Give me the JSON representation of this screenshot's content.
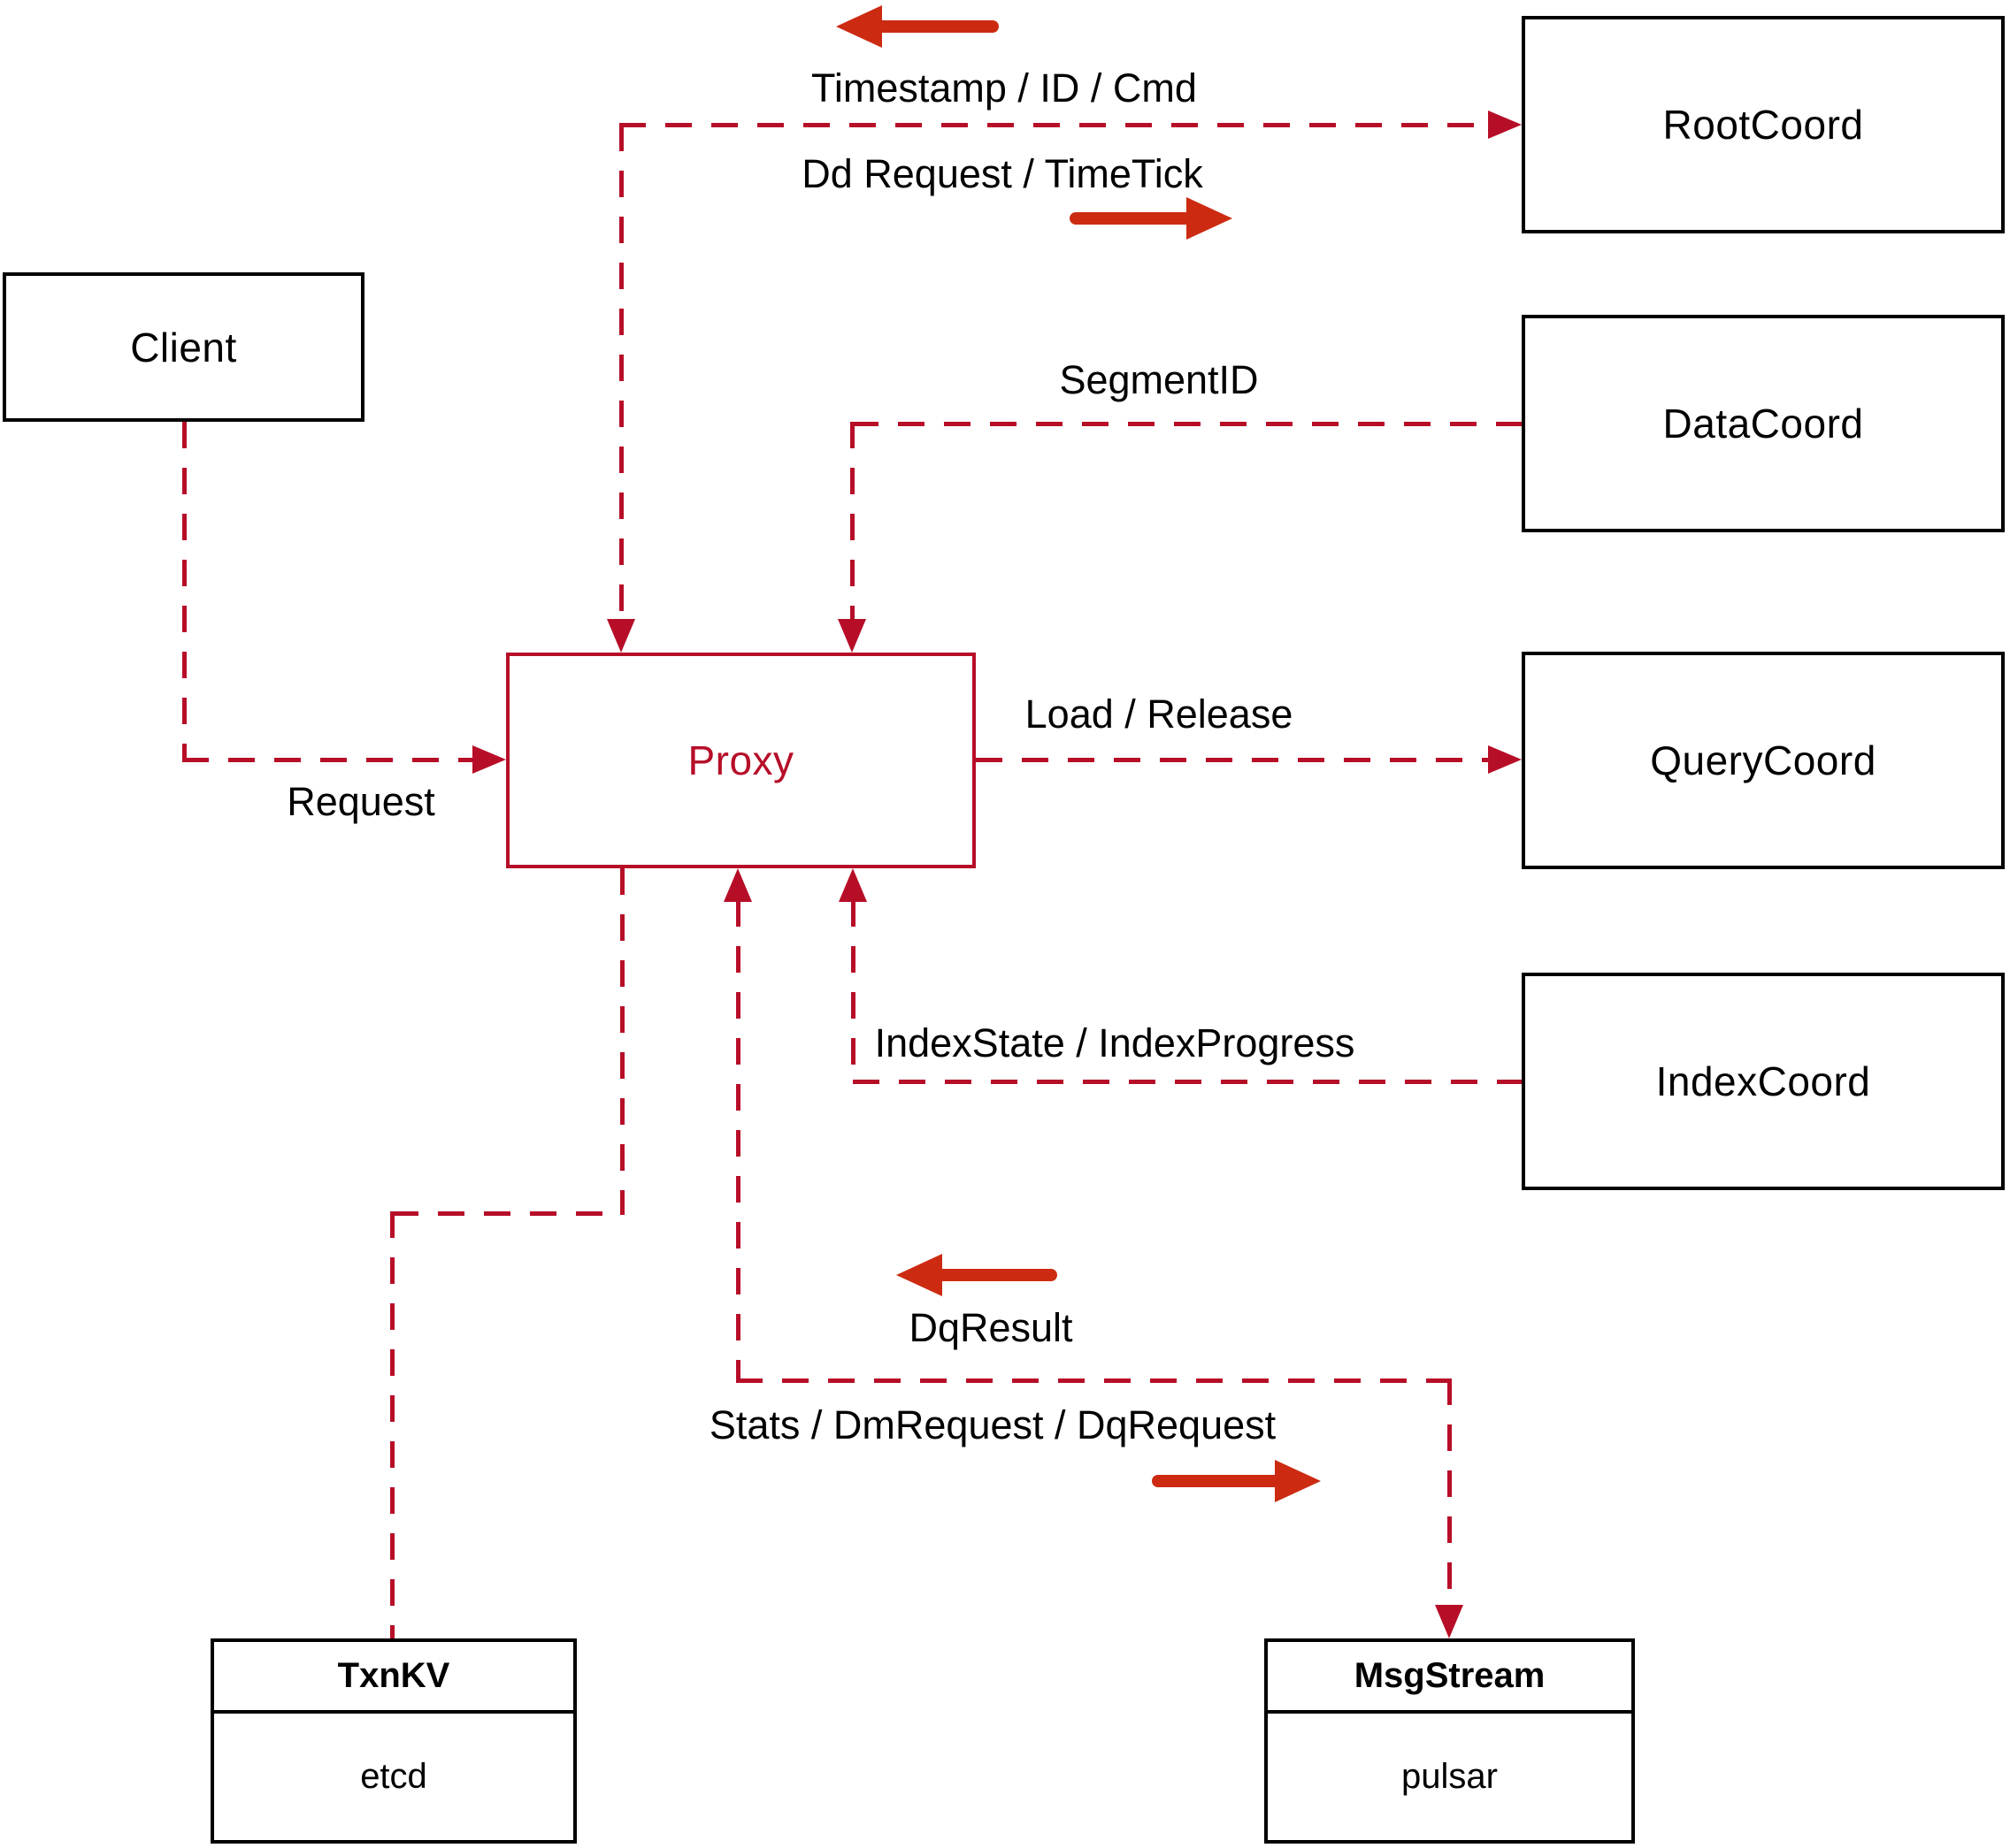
{
  "diagram": {
    "type": "architecture-flow-diagram",
    "colors": {
      "line_red": "#b70e28",
      "arrow_red": "#cc2b12",
      "box_border_black": "#000000",
      "proxy_red": "#b70e28",
      "background": "#ffffff",
      "text_black": "#000000"
    },
    "nodes": {
      "client": {
        "label": "Client"
      },
      "proxy": {
        "label": "Proxy"
      },
      "rootcoord": {
        "label": "RootCoord"
      },
      "datacoord": {
        "label": "DataCoord"
      },
      "querycoord": {
        "label": "QueryCoord"
      },
      "indexcoord": {
        "label": "IndexCoord"
      },
      "txnkv": {
        "title": "TxnKV",
        "impl": "etcd"
      },
      "msgstream": {
        "title": "MsgStream",
        "impl": "pulsar"
      }
    },
    "edge_labels": {
      "timestamp_id_cmd": "Timestamp / ID / Cmd",
      "dd_request_timetick": "Dd Request / TimeTick",
      "segment_id": "SegmentID",
      "load_release": "Load / Release",
      "index_state_progress": "IndexState / IndexProgress",
      "request": "Request",
      "dq_result": "DqResult",
      "stats_dm_dq_request": "Stats / DmRequest / DqRequest"
    }
  }
}
